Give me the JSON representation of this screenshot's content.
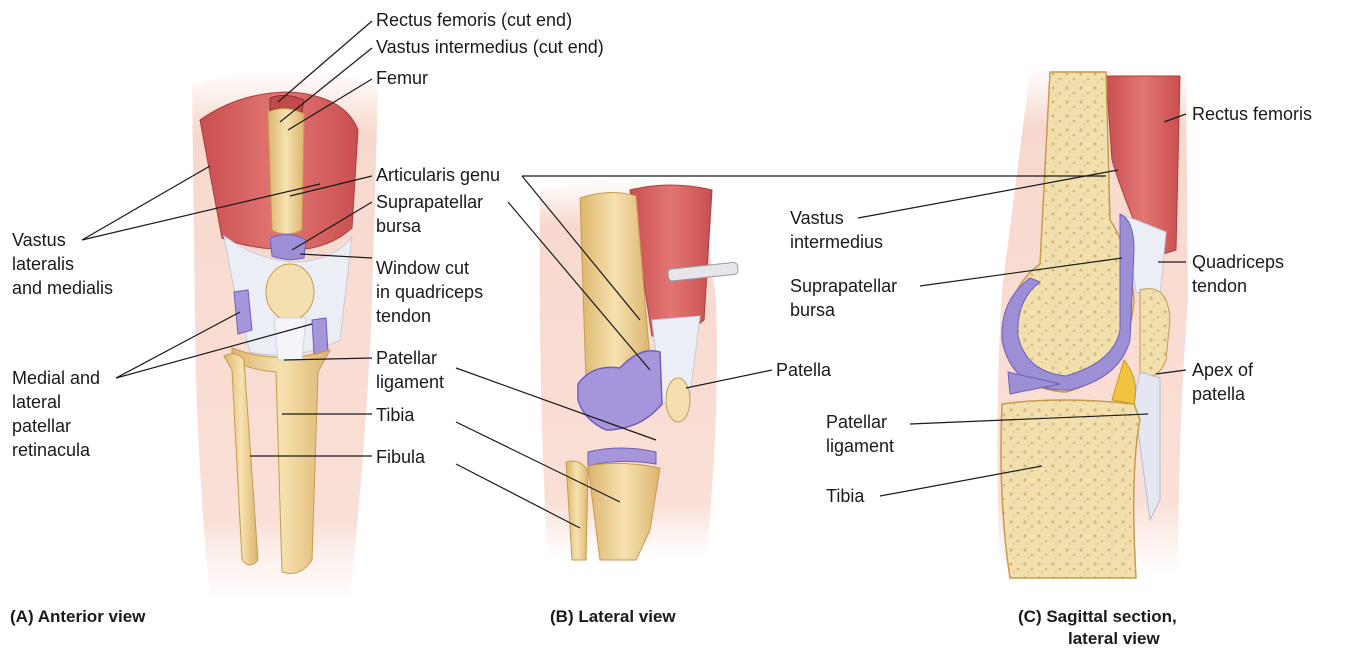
{
  "colors": {
    "muscle": "#d9605e",
    "muscle_dark": "#b94646",
    "bone": "#efd8a0",
    "bone_dark": "#d8b36a",
    "bursa": "#9d8fd6",
    "bursa_dark": "#6f5fb8",
    "tendon": "#eeeff6",
    "skin": "#f7d4c8",
    "leader": "#1a1a1a"
  },
  "labels": {
    "rectus_cut": "Rectus femoris (cut end)",
    "vastus_int_cut": "Vastus intermedius (cut end)",
    "femur": "Femur",
    "articularis": "Articularis genu",
    "suprapatellar_1": "Suprapatellar",
    "suprapatellar_2": "bursa",
    "window_1": "Window cut",
    "window_2": "in quadriceps",
    "window_3": "tendon",
    "patellar_lig_1": "Patellar",
    "patellar_lig_2": "ligament",
    "tibia": "Tibia",
    "fibula": "Fibula",
    "vastus_lat_1": "Vastus",
    "vastus_lat_2": "lateralis",
    "vastus_lat_3": "and medialis",
    "retinacula_1": "Medial and",
    "retinacula_2": "lateral",
    "retinacula_3": "patellar",
    "retinacula_4": "retinacula",
    "vastus_int_1": "Vastus",
    "vastus_int_2": "intermedius",
    "supra_c_1": "Suprapatellar",
    "supra_c_2": "bursa",
    "patella": "Patella",
    "rectus_femoris": "Rectus femoris",
    "quad_tendon_1": "Quadriceps",
    "quad_tendon_2": "tendon",
    "apex_1": "Apex of",
    "apex_2": "patella",
    "patellar_lig_c_1": "Patellar",
    "patellar_lig_c_2": "ligament",
    "tibia_c": "Tibia"
  },
  "captions": {
    "a": "(A) Anterior view",
    "b": "(B) Lateral view",
    "c_1": "(C) Sagittal section,",
    "c_2": "lateral view"
  }
}
